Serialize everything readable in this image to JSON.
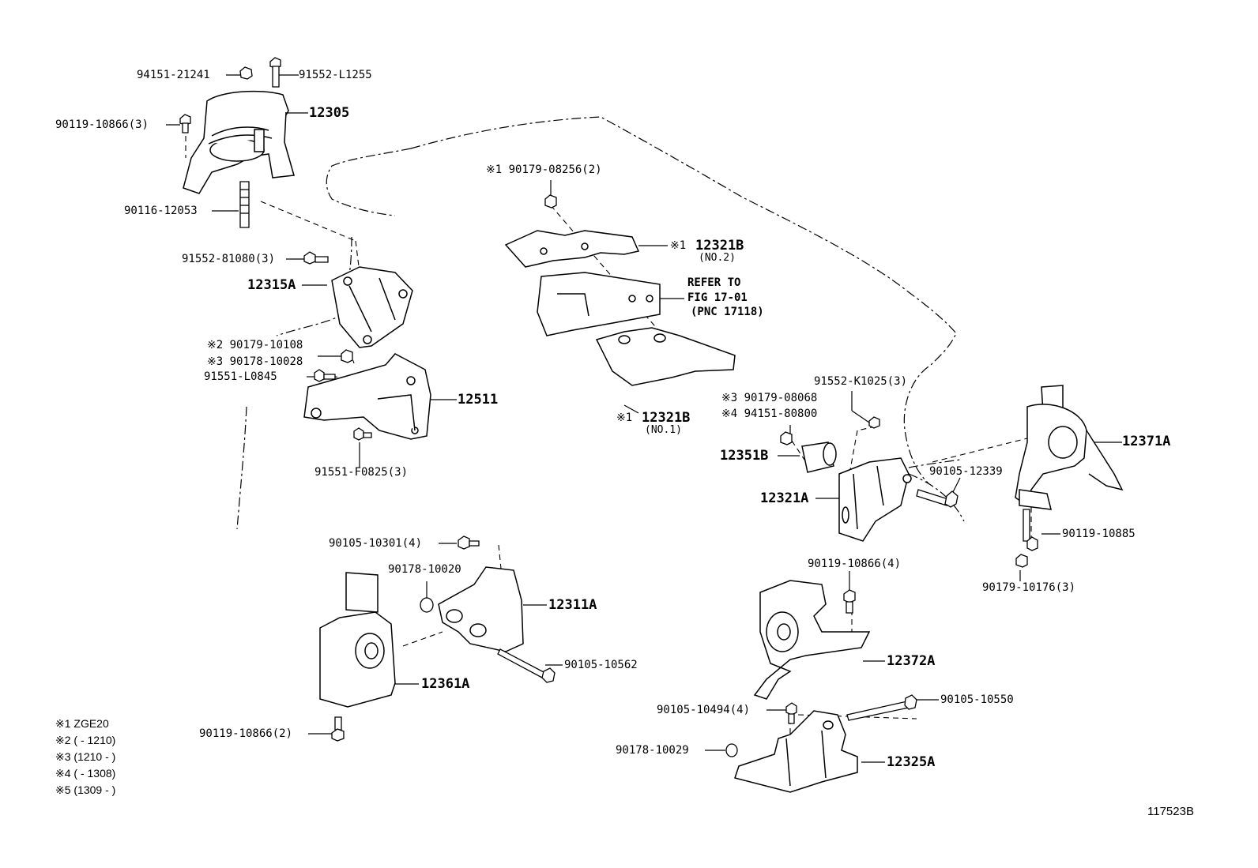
{
  "parts": [
    {
      "id": "p94151_21241",
      "text": "94151-21241"
    },
    {
      "id": "p91552_L1255",
      "text": "91552-L1255"
    },
    {
      "id": "p12305",
      "text": "12305"
    },
    {
      "id": "p90119_10866_3",
      "text": "90119-10866(3)"
    },
    {
      "id": "p90116_12053",
      "text": "90116-12053"
    },
    {
      "id": "p91552_81080_3",
      "text": "91552-81080(3)"
    },
    {
      "id": "p12315A",
      "text": "12315A"
    },
    {
      "id": "p90179_10108",
      "text": "※2 90179-10108"
    },
    {
      "id": "p90178_10028",
      "text": "※3 90178-10028"
    },
    {
      "id": "p91551_L0845",
      "text": "91551-L0845"
    },
    {
      "id": "p12511",
      "text": "12511"
    },
    {
      "id": "p91551_F0825_3",
      "text": "91551-F0825(3)"
    },
    {
      "id": "p90179_08256_2",
      "text": "※1 90179-08256(2)"
    },
    {
      "id": "p12321B_no2",
      "text": "12321B"
    },
    {
      "id": "p12321B_no2_sub",
      "text": "(NO.2)"
    },
    {
      "id": "p12321B_no2_mark",
      "text": "※1"
    },
    {
      "id": "p12321B_no1",
      "text": "12321B"
    },
    {
      "id": "p12321B_no1_sub",
      "text": "(NO.1)"
    },
    {
      "id": "p12321B_no1_mark",
      "text": "※1"
    },
    {
      "id": "p91552_K1025_3",
      "text": "91552-K1025(3)"
    },
    {
      "id": "p90179_08068",
      "text": "※3 90179-08068"
    },
    {
      "id": "p94151_80800",
      "text": "※4 94151-80800"
    },
    {
      "id": "p12351B",
      "text": "12351B"
    },
    {
      "id": "p12321A",
      "text": "12321A"
    },
    {
      "id": "p90105_12339",
      "text": "90105-12339"
    },
    {
      "id": "p12371A",
      "text": "12371A"
    },
    {
      "id": "p90119_10885",
      "text": "90119-10885"
    },
    {
      "id": "p90179_10176_3",
      "text": "90179-10176(3)"
    },
    {
      "id": "p90105_10301_4",
      "text": "90105-10301(4)"
    },
    {
      "id": "p90178_10020",
      "text": "90178-10020"
    },
    {
      "id": "p12311A",
      "text": "12311A"
    },
    {
      "id": "p90105_10562",
      "text": "90105-10562"
    },
    {
      "id": "p12361A",
      "text": "12361A"
    },
    {
      "id": "p90119_10866_2",
      "text": "90119-10866(2)"
    },
    {
      "id": "p90119_10866_4",
      "text": "90119-10866(4)"
    },
    {
      "id": "p12372A",
      "text": "12372A"
    },
    {
      "id": "p90105_10550",
      "text": "90105-10550"
    },
    {
      "id": "p90105_10494_4",
      "text": "90105-10494(4)"
    },
    {
      "id": "p90178_10029",
      "text": "90178-10029"
    },
    {
      "id": "p12325A",
      "text": "12325A"
    }
  ],
  "reference": {
    "line1": "REFER TO",
    "line2": "FIG 17-01",
    "line3": "(PNC 17118)"
  },
  "notes": [
    "※1 ZGE20",
    "※2 (        - 1210)",
    "※3 (1210 -        )",
    "※4 (        - 1308)",
    "※5 (1309 -        )"
  ],
  "figure_number": "117523B"
}
